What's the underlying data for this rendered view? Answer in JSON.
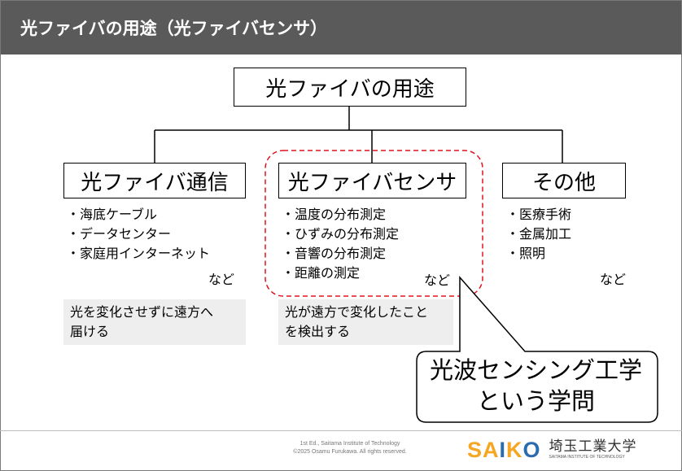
{
  "title": "光ファイバの用途（光ファイバセンサ）",
  "root": {
    "label": "光ファイバの用途"
  },
  "branches": [
    {
      "label": "光ファイバ通信",
      "items": [
        "・海底ケーブル",
        "・データセンター",
        "・家庭用インターネット"
      ],
      "etc": "など",
      "note": [
        "光を変化させずに遠方へ",
        "届ける"
      ]
    },
    {
      "label": "光ファイバセンサ",
      "items": [
        "・温度の分布測定",
        "・ひずみの分布測定",
        "・音響の分布測定",
        "・距離の測定"
      ],
      "etc": "など",
      "note": [
        "光が遠方で変化したこと",
        "を検出する"
      ]
    },
    {
      "label": "その他",
      "items": [
        "・医療手術",
        "・金属加工",
        "・照明"
      ],
      "etc": "など"
    }
  ],
  "callout": {
    "lines": [
      "光波センシング工学",
      "という学問"
    ]
  },
  "footer": {
    "edition": "1st Ed., Saitama Institute of Technology",
    "copyright": "©2025 Osamu Furukawa. All rights reserved."
  },
  "logo": {
    "mark": "SAIKO",
    "name_jp": "埼玉工業大学",
    "name_en": "SAITAMA INSTITUTE OF TECHNOLOGY"
  },
  "colors": {
    "title_bar": "#5a5a5a",
    "highlight_dash": "#e0141e",
    "note_bg": "#eeeeee",
    "logo_orange": "#f5a623",
    "logo_blue": "#2b6cb0"
  }
}
